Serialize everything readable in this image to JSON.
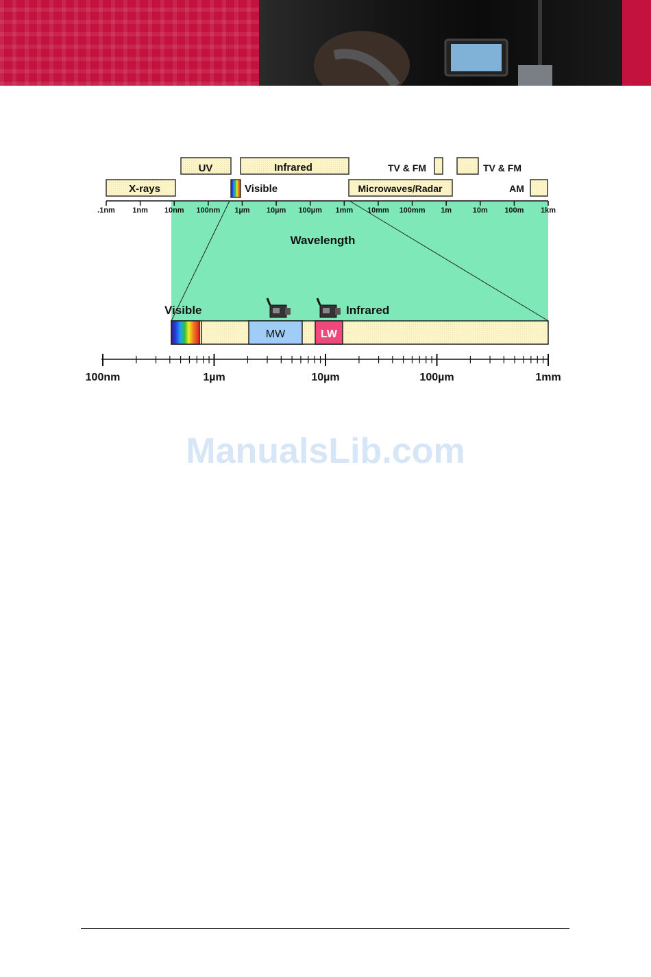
{
  "colors": {
    "band_fill": "#fdf5c8",
    "wavelength_region": "#7ee8b8",
    "mw_fill": "#9fcdf5",
    "lw_fill": "#f0487a",
    "banner_red": "#c4123f",
    "watermark": "#d6e6f7"
  },
  "top_bands": {
    "uv": "UV",
    "infrared": "Infrared",
    "tv_fm_1": "TV & FM",
    "tv_fm_2": "TV & FM",
    "xrays": "X-rays",
    "visible": "Visible",
    "microwaves": "Microwaves/Radar",
    "am": "AM"
  },
  "top_scale_ticks": [
    ".1nm",
    "1nm",
    "10nm",
    "100nm",
    "1µm",
    "10µm",
    "100µm",
    "1mm",
    "10mm",
    "100mm",
    "1m",
    "10m",
    "100m",
    "1km"
  ],
  "wavelength_label": "Wavelength",
  "detail": {
    "visible_label": "Visible",
    "infrared_label": "Infrared",
    "mw_label": "MW",
    "lw_label": "LW",
    "camera_icon_1": "camera-icon",
    "camera_icon_2": "camera-icon"
  },
  "bottom_scale_labels": [
    "100nm",
    "1µm",
    "10µm",
    "100µm",
    "1mm"
  ],
  "watermark": "ManualsLib.com"
}
